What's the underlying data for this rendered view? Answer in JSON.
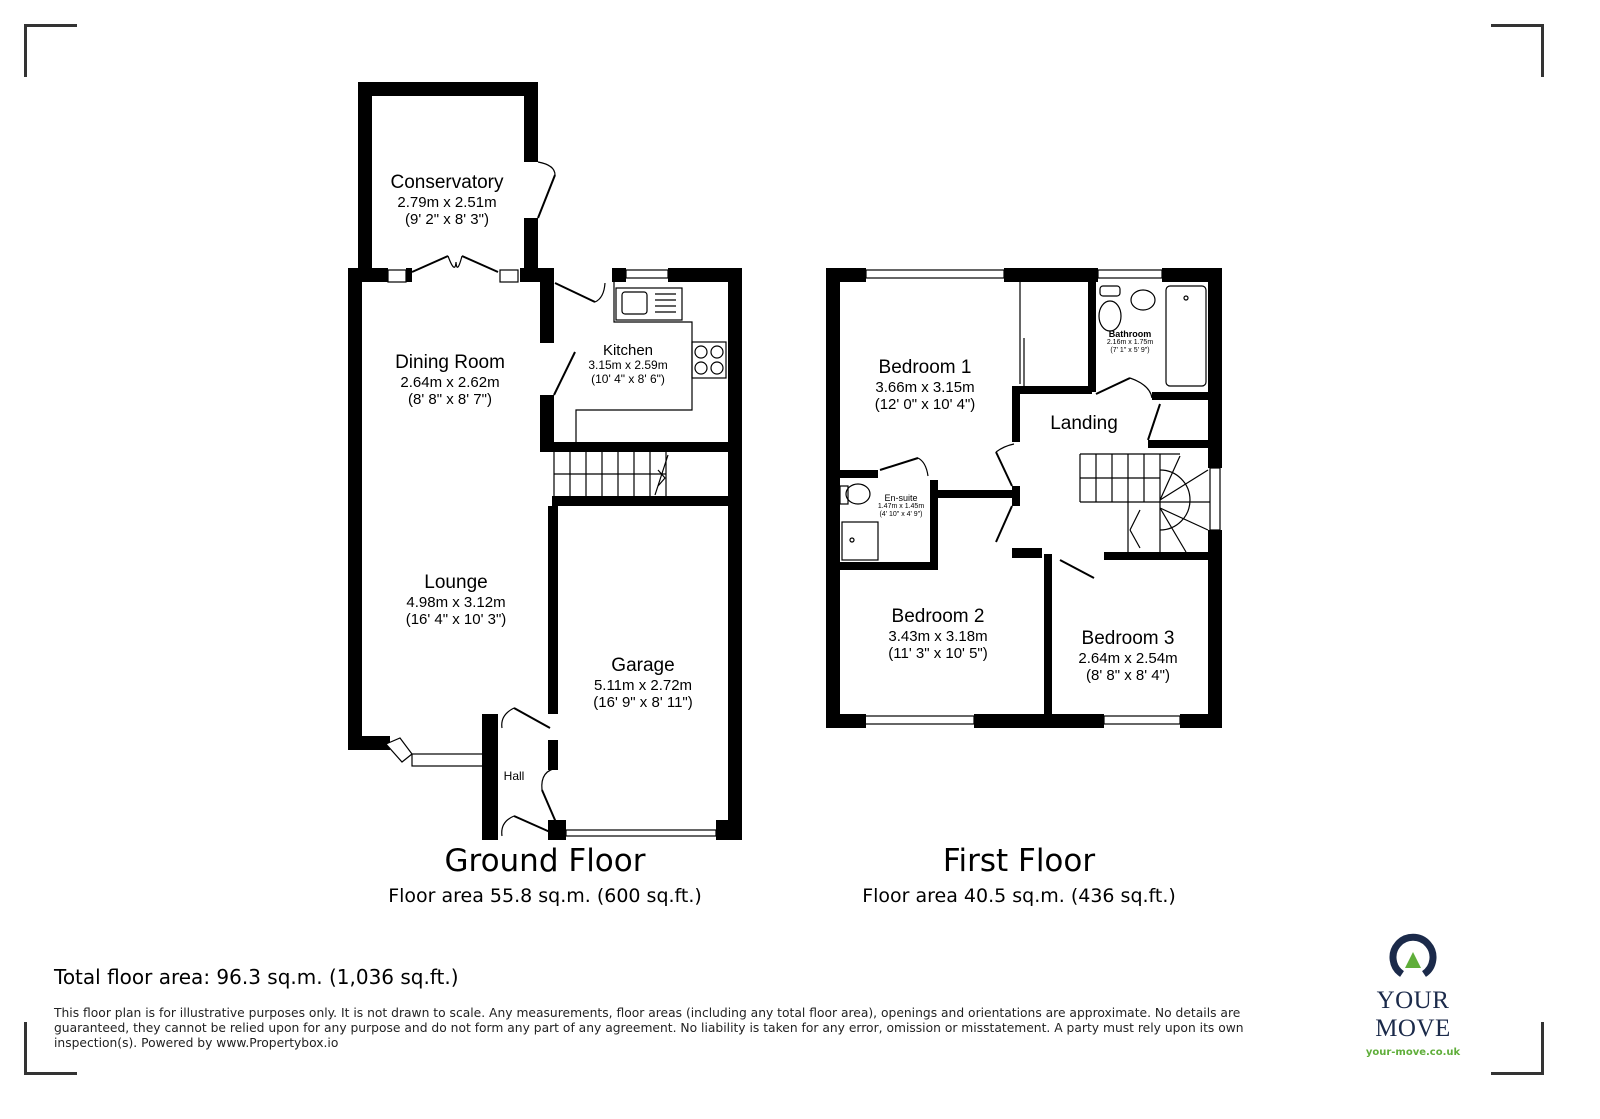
{
  "floors": [
    {
      "title": "Ground Floor",
      "area": "Floor area 55.8 sq.m. (600 sq.ft.)",
      "rooms": [
        {
          "name": "Conservatory",
          "metric": "2.79m x 2.51m",
          "imperial": "(9' 2\" x 8' 3\")"
        },
        {
          "name": "Dining Room",
          "metric": "2.64m x 2.62m",
          "imperial": "(8' 8\" x 8' 7\")"
        },
        {
          "name": "Kitchen",
          "metric": "3.15m x 2.59m",
          "imperial": "(10' 4\" x 8' 6\")"
        },
        {
          "name": "Lounge",
          "metric": "4.98m x 3.12m",
          "imperial": "(16' 4\" x 10' 3\")"
        },
        {
          "name": "Garage",
          "metric": "5.11m x 2.72m",
          "imperial": "(16' 9\" x 8' 11\")"
        },
        {
          "name": "Hall"
        }
      ]
    },
    {
      "title": "First Floor",
      "area": "Floor area 40.5 sq.m. (436 sq.ft.)",
      "rooms": [
        {
          "name": "Bedroom 1",
          "metric": "3.66m x 3.15m",
          "imperial": "(12' 0\" x 10' 4\")"
        },
        {
          "name": "Bathroom",
          "metric": "2.16m x 1.75m",
          "imperial": "(7' 1\" x 5' 9\")"
        },
        {
          "name": "Landing"
        },
        {
          "name": "En-suite",
          "metric": "1.47m x 1.45m",
          "imperial": "(4' 10\" x 4' 9\")"
        },
        {
          "name": "Bedroom 2",
          "metric": "3.43m x 3.18m",
          "imperial": "(11' 3\" x 10' 5\")"
        },
        {
          "name": "Bedroom 3",
          "metric": "2.64m x 2.54m",
          "imperial": "(8' 8\" x 8' 4\")"
        }
      ]
    }
  ],
  "total_area": "Total floor area: 96.3 sq.m. (1,036 sq.ft.)",
  "disclaimer": "This floor plan is for illustrative purposes only. It is not drawn to scale. Any measurements, floor areas (including any total floor area), openings and orientations are approximate. No details are guaranteed, they cannot be relied upon for any purpose and do not form any part of any agreement. No liability is taken for any error, omission or misstatement. A party must rely upon its own inspection(s). Powered by www.Propertybox.io",
  "logo": {
    "brand": "YOUR MOVE",
    "url": "your-move.co.uk",
    "colors": {
      "navy": "#1b2a4a",
      "green": "#5fae3a"
    }
  }
}
